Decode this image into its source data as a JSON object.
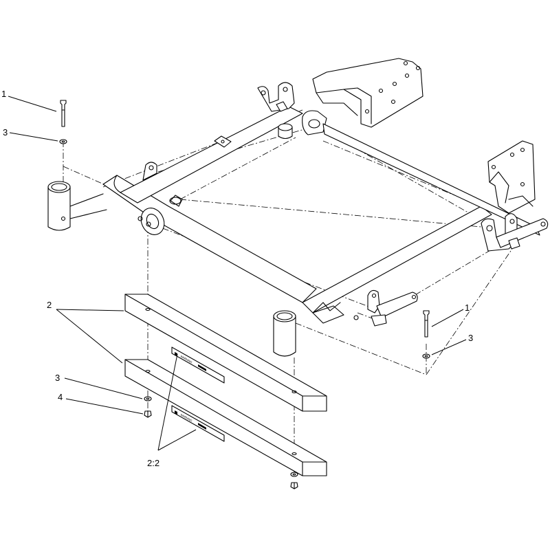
{
  "callouts": {
    "c1_top_left": "1",
    "c3_top_left": "3",
    "c1_right": "1",
    "c3_right": "3",
    "c2": "2",
    "c3_lower": "3",
    "c4": "4",
    "c22": "2:2"
  },
  "decals": {
    "upper": "WARNING",
    "lower": "WARNING"
  },
  "line_color": "#000000",
  "background_color": "#ffffff"
}
